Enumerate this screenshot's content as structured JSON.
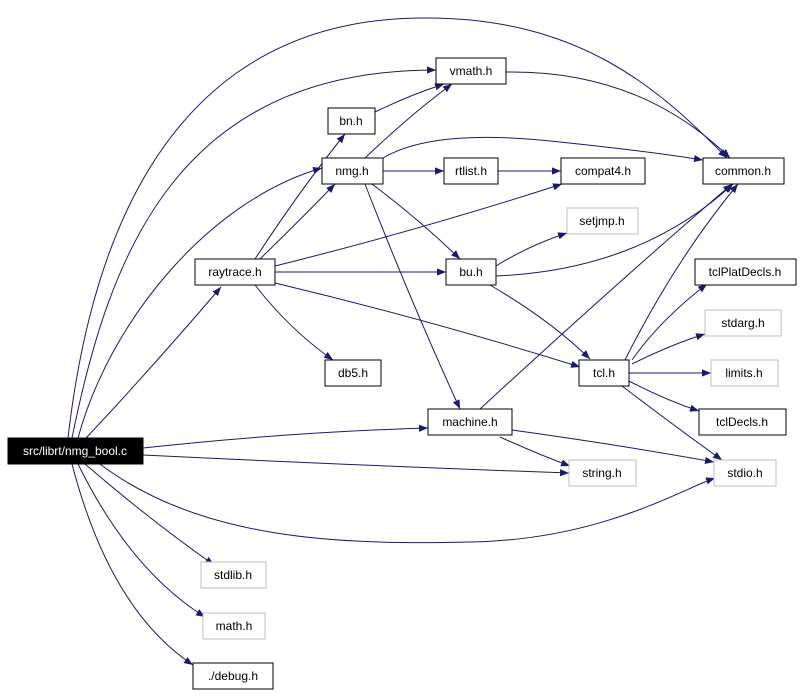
{
  "colors": {
    "edge": "#191970",
    "node_border": "#000000",
    "missing_border": "#bfbfbf",
    "root_fill": "#000000",
    "root_text": "#ffffff"
  },
  "nodes": {
    "root": "src/librt/nmg_bool.c",
    "vmath": "vmath.h",
    "bn": "bn.h",
    "nmg": "nmg.h",
    "rtlist": "rtlist.h",
    "compat4": "compat4.h",
    "common": "common.h",
    "setjmp": "setjmp.h",
    "raytrace": "raytrace.h",
    "bu": "bu.h",
    "tclPlatDecls": "tclPlatDecls.h",
    "stdarg": "stdarg.h",
    "db5": "db5.h",
    "tcl": "tcl.h",
    "limits": "limits.h",
    "machine": "machine.h",
    "tclDecls": "tclDecls.h",
    "string": "string.h",
    "stdio": "stdio.h",
    "stdlib": "stdlib.h",
    "math": "math.h",
    "debug": "./debug.h"
  },
  "edges": [
    [
      "root",
      "raytrace"
    ],
    [
      "root",
      "nmg"
    ],
    [
      "root",
      "vmath"
    ],
    [
      "root",
      "common"
    ],
    [
      "root",
      "machine"
    ],
    [
      "root",
      "string"
    ],
    [
      "root",
      "stdio"
    ],
    [
      "root",
      "stdlib"
    ],
    [
      "root",
      "math"
    ],
    [
      "root",
      "debug"
    ],
    [
      "raytrace",
      "bn"
    ],
    [
      "raytrace",
      "nmg"
    ],
    [
      "raytrace",
      "compat4"
    ],
    [
      "raytrace",
      "bu"
    ],
    [
      "raytrace",
      "db5"
    ],
    [
      "raytrace",
      "tcl"
    ],
    [
      "bn",
      "vmath"
    ],
    [
      "nmg",
      "vmath"
    ],
    [
      "nmg",
      "common"
    ],
    [
      "nmg",
      "rtlist"
    ],
    [
      "nmg",
      "bu"
    ],
    [
      "nmg",
      "machine"
    ],
    [
      "rtlist",
      "compat4"
    ],
    [
      "vmath",
      "common"
    ],
    [
      "bu",
      "setjmp"
    ],
    [
      "bu",
      "common"
    ],
    [
      "bu",
      "tcl"
    ],
    [
      "tcl",
      "common"
    ],
    [
      "tcl",
      "tclPlatDecls"
    ],
    [
      "tcl",
      "stdarg"
    ],
    [
      "tcl",
      "limits"
    ],
    [
      "tcl",
      "tclDecls"
    ],
    [
      "tcl",
      "stdio"
    ],
    [
      "machine",
      "common"
    ],
    [
      "machine",
      "string"
    ],
    [
      "machine",
      "stdio"
    ]
  ]
}
